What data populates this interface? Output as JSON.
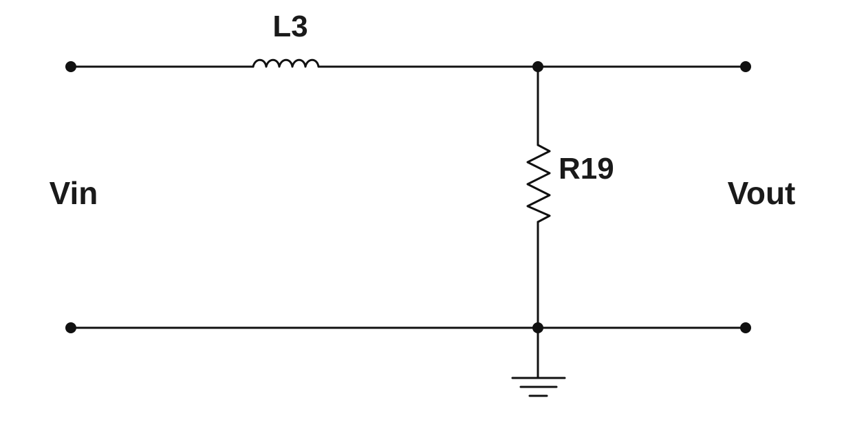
{
  "components": {
    "inductor": {
      "label": "L3"
    },
    "resistor": {
      "label": "R19"
    }
  },
  "ports": {
    "input": {
      "label": "Vin"
    },
    "output": {
      "label": "Vout"
    }
  }
}
